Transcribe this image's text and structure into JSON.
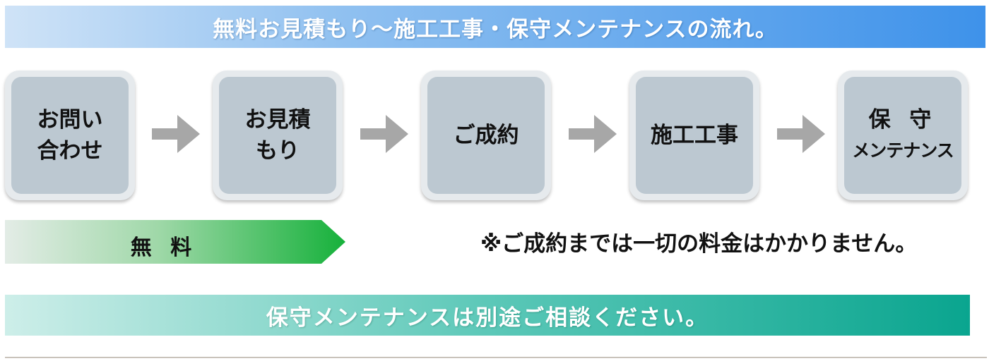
{
  "header": {
    "title": "無料お見積もり～施工工事・保守メンテナンスの流れ。"
  },
  "steps": [
    {
      "lines": [
        "お問い",
        "合わせ"
      ]
    },
    {
      "lines": [
        "お見積",
        "もり"
      ]
    },
    {
      "lines": [
        "ご成約"
      ]
    },
    {
      "lines": [
        "施工工事"
      ]
    },
    {
      "lines": [
        "保 守",
        "メンテナンス"
      ]
    }
  ],
  "free_label": "無 料",
  "note": "※ご成約までは一切の料金はかかりません。",
  "maintenance_banner": "保守メンテナンスは別途ご相談ください。",
  "colors": {
    "header_start": "#cfe3f7",
    "header_end": "#3e92ea",
    "step_outer": "#e6eaed",
    "step_inner": "#bcc8d1",
    "arrow": "#a7a7a7",
    "free_start": "#e3ece6",
    "free_end": "#16b13b",
    "maint_start": "#cdeee9",
    "maint_end": "#0aa58f"
  }
}
